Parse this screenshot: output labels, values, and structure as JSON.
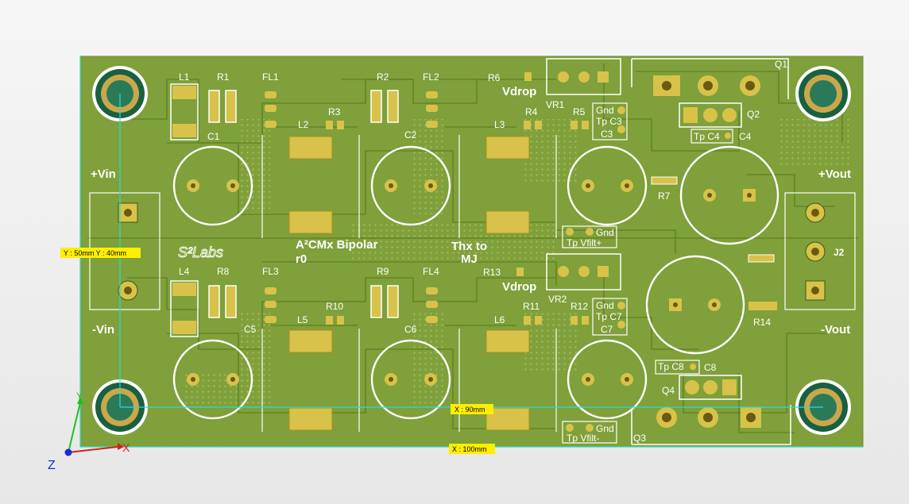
{
  "viewer": {
    "measure_badge_y": "Y : 50mm  Y : 40mm",
    "measure_badge_x1": "X : 90mm",
    "measure_badge_x2": "X : 100mm",
    "axes": {
      "x": "X",
      "y": "Y",
      "z": "Z"
    }
  },
  "board": {
    "title_line1": "A²CMx Bipolar",
    "title_line2": "r0",
    "thanks_line1": "Thx to",
    "thanks_line2": "MJ",
    "logo_text": "S²Labs",
    "labels": {
      "vin_pos": "+Vin",
      "vin_neg": "-Vin",
      "vout_pos": "+Vout",
      "vout_neg": "-Vout",
      "vdrop1": "Vdrop",
      "vdrop2": "Vdrop",
      "J2": "J2"
    },
    "refdes": {
      "L1": "L1",
      "R1": "R1",
      "FL1": "FL1",
      "R2": "R2",
      "FL2": "FL2",
      "R6": "R6",
      "VR1": "VR1",
      "Q1": "Q1",
      "Q2": "Q2",
      "C1": "C1",
      "R3": "R3",
      "L2": "L2",
      "C2": "C2",
      "R4": "R4",
      "R5": "R5",
      "L3": "L3",
      "C3": "C3",
      "TpC4": "Tp C4",
      "C4": "C4",
      "R7": "R7",
      "GndTop": "Gnd",
      "TpC3": "Tp C3",
      "GndMid": "Gnd",
      "TpVfiltPos": "Tp Vfilt+",
      "R13": "R13",
      "VR2": "VR2",
      "L4": "L4",
      "R8": "R8",
      "FL3": "FL3",
      "R9": "R9",
      "FL4": "FL4",
      "R10": "R10",
      "L5": "L5",
      "C5": "C5",
      "C6": "C6",
      "R11": "R11",
      "R12": "R12",
      "L6": "L6",
      "C7": "C7",
      "GndLow": "Gnd",
      "TpC7": "Tp C7",
      "R14": "R14",
      "TpC8": "Tp C8",
      "C8": "C8",
      "Q3": "Q3",
      "Q4": "Q4",
      "GndBot": "Gnd",
      "TpVfiltNeg": "Tp Vfilt-"
    }
  },
  "colors": {
    "board": "#7fa03a",
    "trace": "#93b54a",
    "pad": "#d8c24a",
    "silk": "#ffffff",
    "axis": "#30d8d0",
    "badge": "#ffee00"
  }
}
